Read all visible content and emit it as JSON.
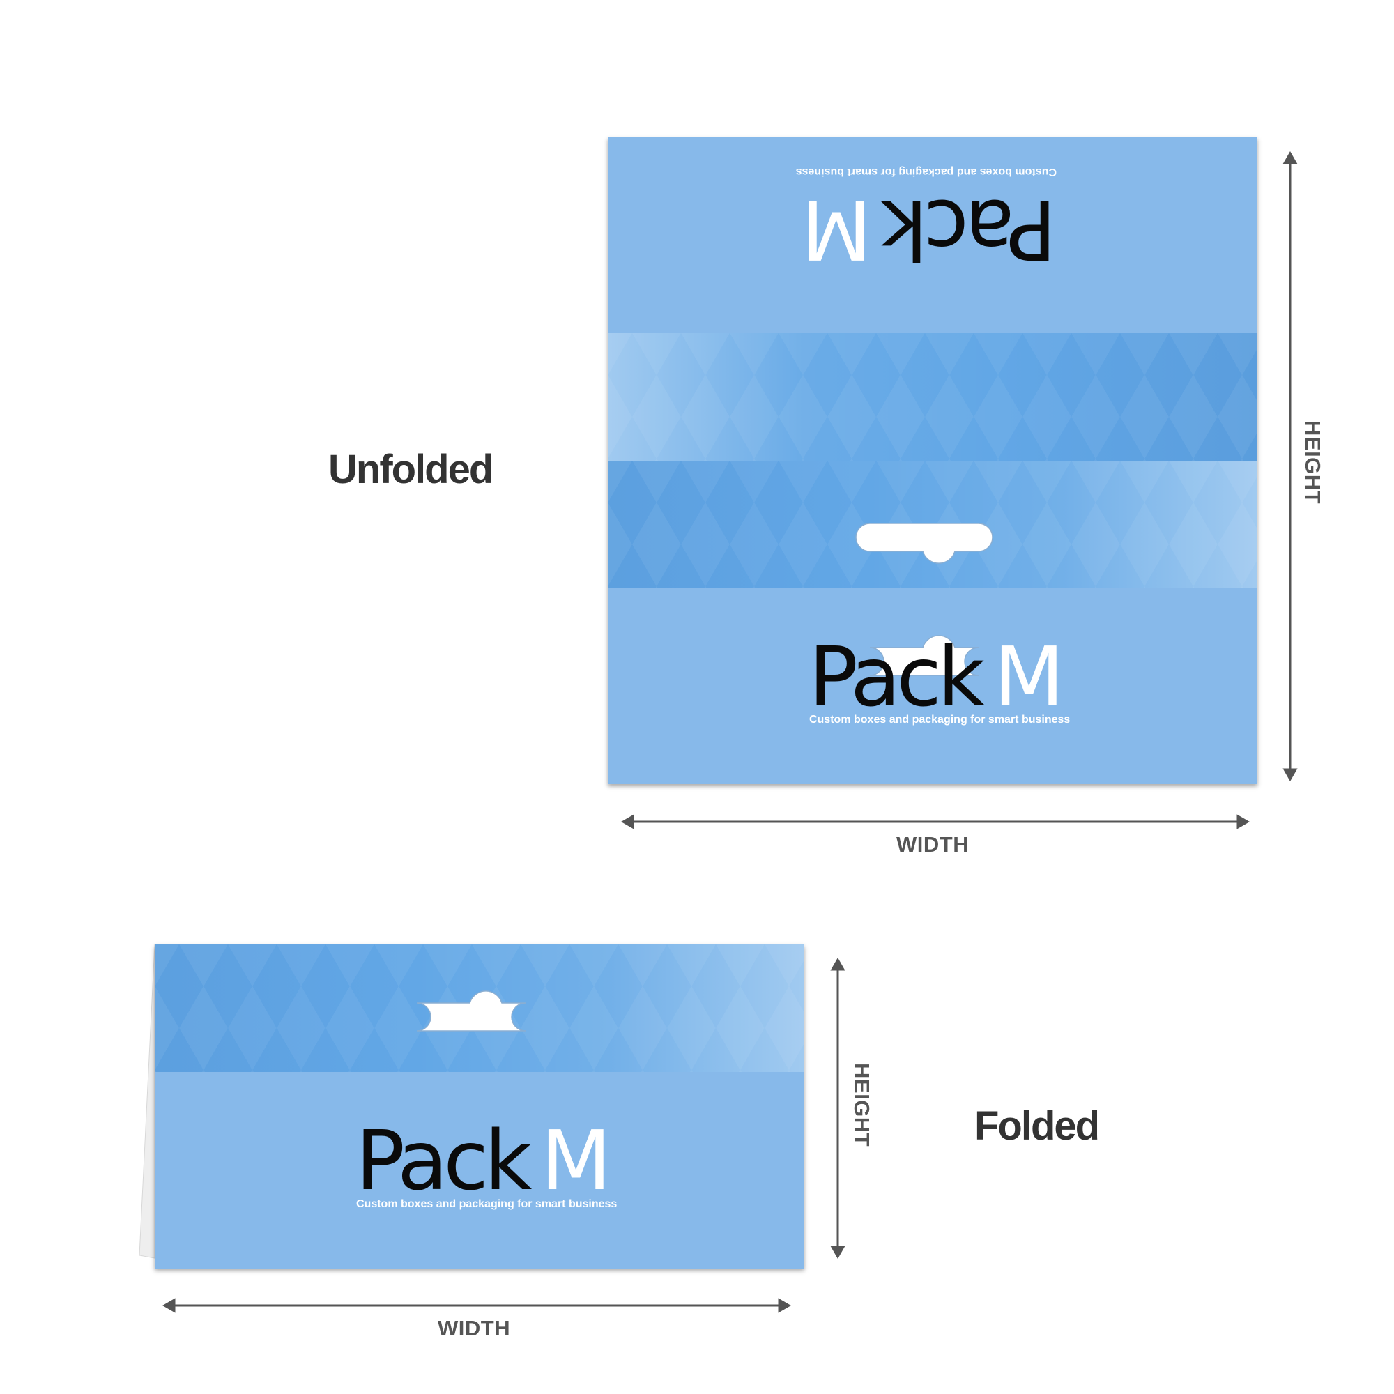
{
  "labels": {
    "unfolded": "Unfolded",
    "folded": "Folded"
  },
  "dimensions": {
    "width": "WIDTH",
    "height": "HEIGHT"
  },
  "brand": {
    "name_part1": "Pack",
    "name_part2": "M",
    "tagline": "Custom boxes and packaging for smart business"
  },
  "colors": {
    "card_blue": "#87b9ea",
    "band_blue": "#62a7e6",
    "label_dark": "#333333",
    "dimension_gray": "#555555"
  },
  "icons": {
    "hang_hole": "euro-slot-hole-icon",
    "double_arrow": "double-headed-arrow-icon"
  }
}
